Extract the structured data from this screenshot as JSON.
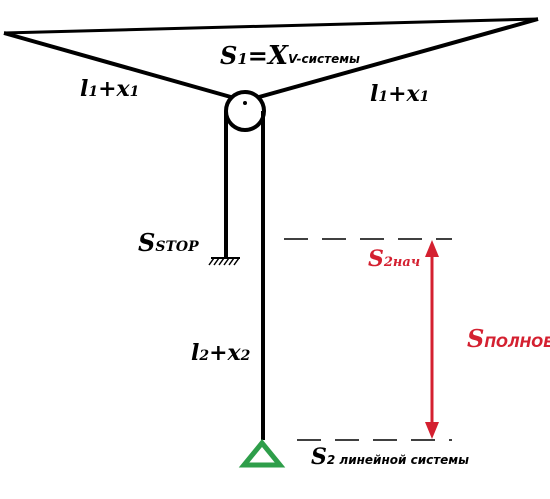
{
  "labels": {
    "s1_main": "S",
    "s1_sub": "1",
    "s1_eq": "=",
    "s1_x": "X",
    "s1_x_sub": "V-системы",
    "left_len_main": "l",
    "left_len_sub": "1",
    "left_len_plus": "+x",
    "left_len_sub2": "1",
    "right_len_main": "l",
    "right_len_sub": "1",
    "right_len_plus": "+x",
    "right_len_sub2": "1",
    "sstop_main": "S",
    "sstop_sub": "STOP",
    "s2nach_main": "S",
    "s2nach_sub": "2нач",
    "spolnoe_main": "S",
    "spolnoe_sub": "ПОЛНОЕ",
    "lower_len_main": "l",
    "lower_len_sub": "2",
    "lower_len_plus": "+x",
    "lower_len_sub2": "2",
    "s2_main": "S",
    "s2_sub": "2 линейной системы"
  },
  "colors": {
    "line": "#000000",
    "accent_red": "#d42030",
    "weight_green": "#2e9e4a"
  }
}
